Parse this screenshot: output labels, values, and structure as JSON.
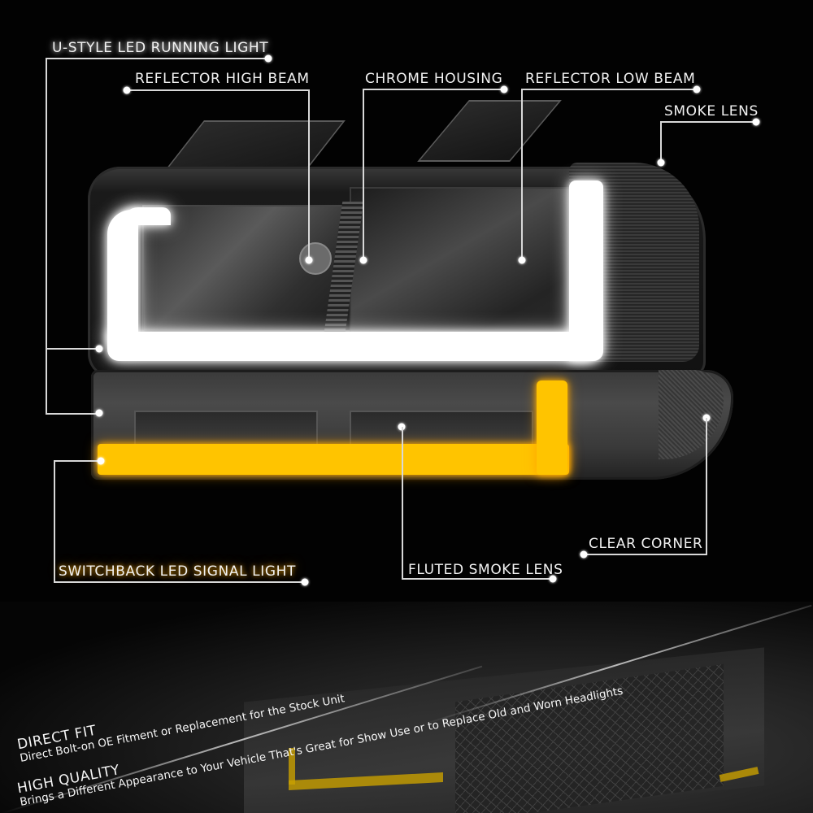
{
  "callouts": {
    "u_style_led": "U-STYLE LED RUNNING LIGHT",
    "reflector_high": "REFLECTOR HIGH BEAM",
    "chrome_housing": "CHROME HOUSING",
    "reflector_low": "REFLECTOR LOW BEAM",
    "smoke_lens": "SMOKE LENS",
    "switchback_signal": "SWITCHBACK LED SIGNAL LIGHT",
    "fluted_smoke_lens": "FLUTED SMOKE LENS",
    "clear_corner": "CLEAR CORNER"
  },
  "features": [
    {
      "title": "DIRECT FIT",
      "description": "Direct Bolt-on OE Fitment or Replacement for the Stock Unit"
    },
    {
      "title": "HIGH QUALITY",
      "description": "Brings a Different Appearance to Your Vehicle That's Great for Show Use or to Replace Old and Worn Headlights"
    }
  ],
  "colors": {
    "background": "#020202",
    "callout_text": "#f2f2f2",
    "led_white": "#ffffff",
    "signal_amber": "#ffc400"
  }
}
